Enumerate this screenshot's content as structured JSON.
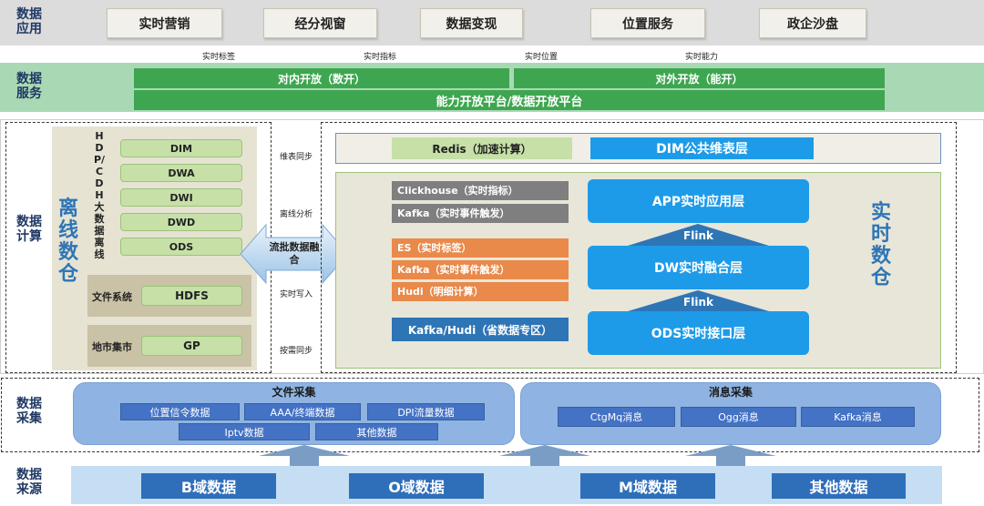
{
  "layers": {
    "app": "数据应用",
    "service": "数据服务",
    "compute": "数据计算",
    "collect": "数据采集",
    "source": "数据来源"
  },
  "app_items": [
    "实时营销",
    "经分视窗",
    "数据变现",
    "位置服务",
    "政企沙盘"
  ],
  "service_labels": [
    "实时标签",
    "实时指标",
    "实时位置",
    "实时能力"
  ],
  "service": {
    "internal": "对内开放（数开）",
    "external": "对外开放（能开）",
    "platform": "能力开放平台/数据开放平台"
  },
  "offline": {
    "title": "离线数仓",
    "vertical_label": "HDP/CDH大数据离线",
    "layers": [
      "DIM",
      "DWA",
      "DWI",
      "DWD",
      "ODS"
    ],
    "file_system_label": "文件系统",
    "file_system_value": "HDFS",
    "market_label": "地市集市",
    "market_value": "GP"
  },
  "bridge": {
    "label": "流批数据融合",
    "steps": [
      "维表同步",
      "离线分析",
      "实时写入",
      "按需同步"
    ]
  },
  "realtime": {
    "title": "实时数仓",
    "redis": "Redis（加速计算）",
    "dim_layer": "DIM公共维表层",
    "gray": [
      "Clickhouse（实时指标）",
      "Kafka（实时事件触发）"
    ],
    "orange": [
      "ES（实时标签）",
      "Kafka（实时事件触发）",
      "Hudi（明细计算）"
    ],
    "blue": "Kafka/Hudi（省数据专区）",
    "app_layer": "APP实时应用层",
    "dw_layer": "DW实时融合层",
    "ods_layer": "ODS实时接口层",
    "flink": "Flink"
  },
  "collection": {
    "file_title": "文件采集",
    "file_items": [
      "位置信令数据",
      "AAA/终端数据",
      "DPI流量数据",
      "Iptv数据",
      "其他数据"
    ],
    "msg_title": "消息采集",
    "msg_items": [
      "CtgMq消息",
      "Ogg消息",
      "Kafka消息"
    ]
  },
  "sources": [
    "B域数据",
    "O域数据",
    "M域数据",
    "其他数据"
  ],
  "colors": {
    "service_green": "#3ea650",
    "flow_blue": "#1e9be8",
    "orange": "#e9894a",
    "source_blue": "#2f6fba"
  }
}
